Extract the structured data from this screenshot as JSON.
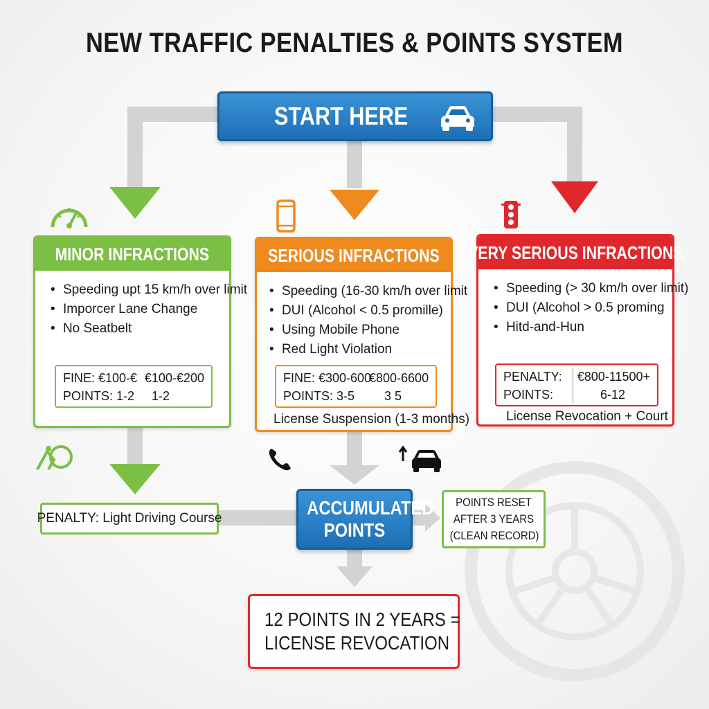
{
  "title": "NEW TRAFFIC PENALTIES & POINTS SYSTEM",
  "start": {
    "label": "START HERE",
    "icon": "car-icon"
  },
  "colors": {
    "green": "#7cbf45",
    "orange": "#ef8a1f",
    "red": "#e0282c",
    "blue": "#1d6fb5",
    "arrow_gray": "#d3d3d3"
  },
  "minor": {
    "header": "MINOR INFRACTIONS",
    "icon": "speedometer-icon",
    "items": [
      "Speeding upt 15 km/h over limit",
      "Imporcer Lane Change",
      "No Seatbelt"
    ],
    "fine_label": "FINE: €100-€",
    "fine_value": "€100-€200",
    "points_label": "POINTS: 1-2",
    "points_value": "1-2"
  },
  "serious": {
    "header": "SERIOUS INFRACTIONS",
    "icon": "mobile-phone-icon",
    "items": [
      "Speeding (16-30 km/h over limit",
      "DUI (Alcohol < 0.5 promille)",
      "Using Mobile Phone",
      "Red Light Violation"
    ],
    "fine_label": "FINE: €300-600",
    "fine_value": "€800-6600",
    "points_label": "POINTS: 3-5",
    "points_value": "3 5",
    "note": "License Suspension (1-3 months)"
  },
  "very_serious": {
    "header": "VERY SERIOUS INFRACTIONS",
    "icon": "traffic-light-icon",
    "items": [
      "Speeding (> 30 km/h over limit)",
      "DUI (Alcohol > 0.5 proming",
      "Hitd-and-Hun"
    ],
    "penalty_label": "PENALTY:",
    "penalty_value": "€800-11500+",
    "points_label": "POINTS:",
    "points_value": "6-12",
    "note": "License Revocation + Court"
  },
  "penalty_box": "PENALTY: Light Driving Course",
  "accumulated": {
    "line1": "ACCUMULATED",
    "line2": "POINTS"
  },
  "reset": {
    "line1": "POINTS RESET",
    "line2": "AFTER 3 YEARS",
    "line3": "(CLEAN RECORD)"
  },
  "final": {
    "line1": "12 POINTS IN 2 YEARS =",
    "line2": "LICENSE REVOCATION"
  }
}
